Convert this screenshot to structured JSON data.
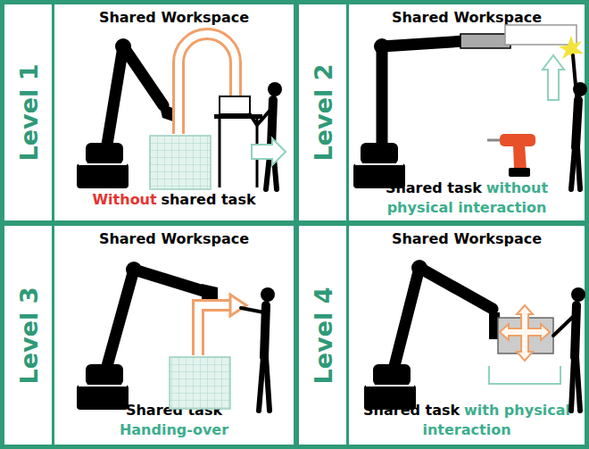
{
  "diagram": {
    "nodes": [
      {
        "text": [
          "Level 1",
          "Shared Workspace",
          "Without",
          "shared task"
        ]
      },
      {
        "text": [
          "Level 2",
          "Shared Workspace",
          "Shared task",
          "without physical interaction"
        ]
      },
      {
        "text": [
          "Level 3",
          "Shared Workspace",
          "Shared task",
          "Handing-over"
        ]
      },
      {
        "text": [
          "Level 4",
          "Shared Workspace",
          "Shared task",
          "with physical interaction"
        ]
      }
    ]
  }
}
